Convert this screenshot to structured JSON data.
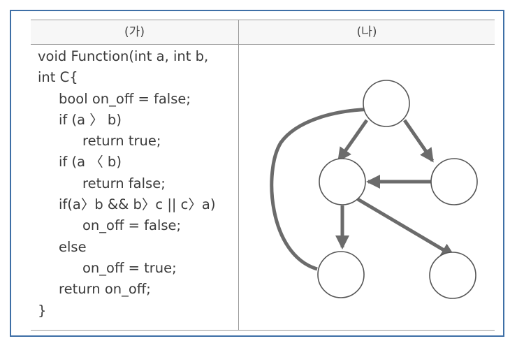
{
  "header": {
    "left": "(가)",
    "right": "(나)"
  },
  "code": {
    "lines": [
      "void Function(int a, int b,",
      "int C{",
      "bool on_off = false;",
      "if (a 〉 b)",
      "return true;",
      "if (a 〈 b)",
      "return false;",
      "if(a〉b && b〉c || c〉a)",
      "on_off = false;",
      "else",
      "on_off = true;",
      "return on_off;",
      "}"
    ]
  },
  "graph": {
    "node_count": 5,
    "edge_count": 6,
    "colors": {
      "edge": "#6b6b6b",
      "node_stroke": "#555555",
      "node_fill": "#ffffff"
    }
  }
}
